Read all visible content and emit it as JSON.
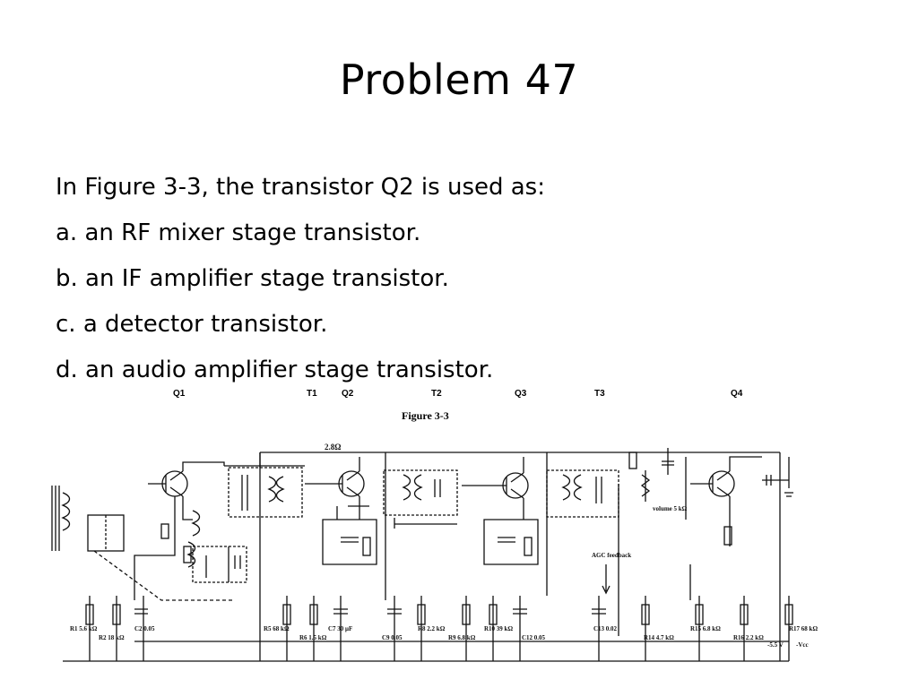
{
  "slide": {
    "title": "Problem 47",
    "question": "In Figure 3-3, the transistor Q2 is used as:",
    "options": [
      "a. an RF mixer stage transistor.",
      "b. an IF amplifier stage transistor.",
      "c. a detector transistor.",
      "d. an audio amplifier stage transistor."
    ]
  },
  "figure": {
    "title": "Figure 3-3",
    "top_labels": [
      "Q1",
      "T1",
      "Q2",
      "T2",
      "Q3",
      "T3",
      "Q4"
    ],
    "resistance_label": "2.8Ω",
    "agc_label": "AGC feedback",
    "vcc_label": "-5.5 V",
    "volume_label": "volume 5 kΩ",
    "supply_label": "-Vcc",
    "components": [
      "R1 5.6 kΩ",
      "R2 18 kΩ",
      "C2 0.05",
      "R5 68 kΩ",
      "R6 1.5 kΩ",
      "C7 30 μF",
      "C9 0.05",
      "R8 2.2 kΩ",
      "R9 6.8 kΩ",
      "R10 39 kΩ",
      "C12 0.05",
      "C13 0.02",
      "R14 4.7 kΩ",
      "R15 6.8 kΩ",
      "R16 2.2 kΩ",
      "R17 68 kΩ"
    ]
  }
}
